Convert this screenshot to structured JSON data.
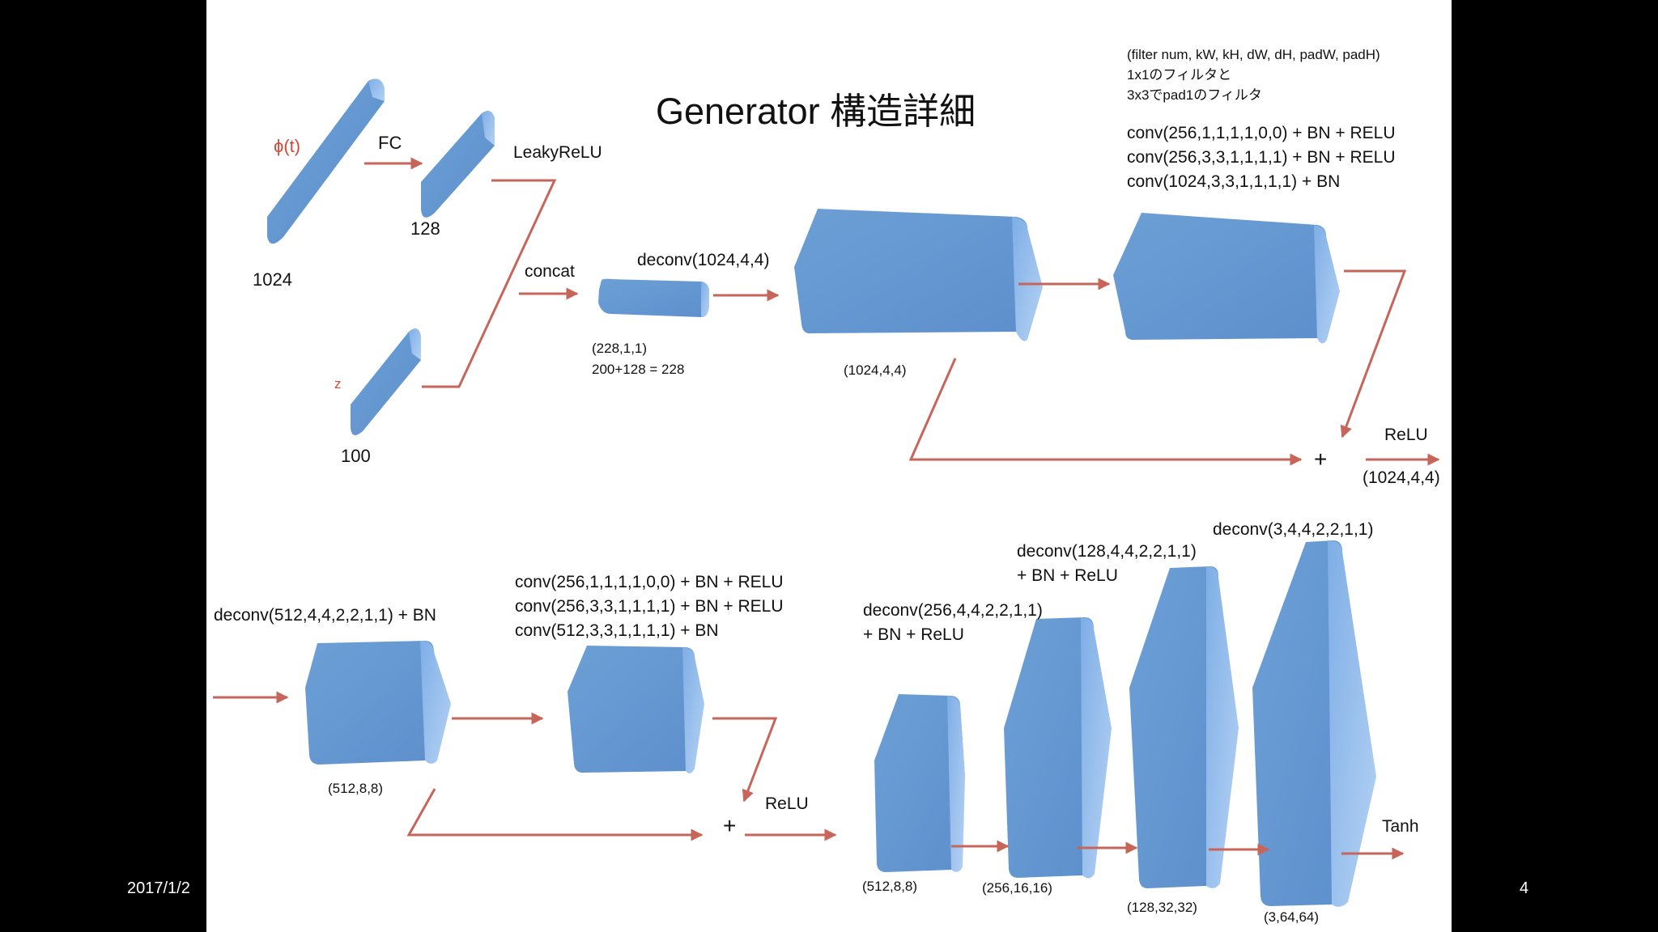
{
  "title": "Generator 構造詳細",
  "footer": {
    "date": "2017/1/2",
    "page": "4"
  },
  "colors": {
    "block": "#6a9fd8",
    "arrow": "#c8655a",
    "input_label": "#d04a3a"
  },
  "inputs": {
    "phi_label": "ϕ(t)",
    "phi_size": "1024",
    "fc_label": "FC",
    "fc_size": "128",
    "z_label": "z",
    "z_size": "100",
    "activation": "LeakyReLU",
    "concat": "concat"
  },
  "top_row": {
    "concat_shape": "(228,1,1)",
    "concat_formula": "200+128 = 228",
    "deconv1": "deconv(1024,4,4)",
    "block1_shape": "(1024,4,4)",
    "filter_note": [
      "(filter num, kW, kH, dW, dH, padW, padH)",
      "1x1のフィルタと",
      "3x3でpad1のフィルタ"
    ],
    "conv_stack": [
      "conv(256,1,1,1,1,0,0) + BN + RELU",
      "conv(256,3,3,1,1,1,1) + BN + RELU",
      "conv(1024,3,3,1,1,1,1) + BN"
    ],
    "plus": "+",
    "relu": "ReLU",
    "out_shape": "(1024,4,4)"
  },
  "bottom_row": {
    "deconv2": "deconv(512,4,4,2,2,1,1) + BN",
    "block2_shape": "(512,8,8)",
    "conv_stack": [
      "conv(256,1,1,1,1,0,0) + BN + RELU",
      "conv(256,3,3,1,1,1,1) + BN + RELU",
      "conv(512,3,3,1,1,1,1) + BN"
    ],
    "plus": "+",
    "relu": "ReLU",
    "block4_shape": "(512,8,8)",
    "deconv3": [
      "deconv(256,4,4,2,2,1,1)",
      "+ BN + ReLU"
    ],
    "block5_shape": "(256,16,16)",
    "deconv4": [
      "deconv(128,4,4,2,2,1,1)",
      " + BN + ReLU"
    ],
    "block6_shape": "(128,32,32)",
    "deconv5": "deconv(3,4,4,2,2,1,1)",
    "block7_shape": "(3,64,64)",
    "tanh": "Tanh"
  }
}
